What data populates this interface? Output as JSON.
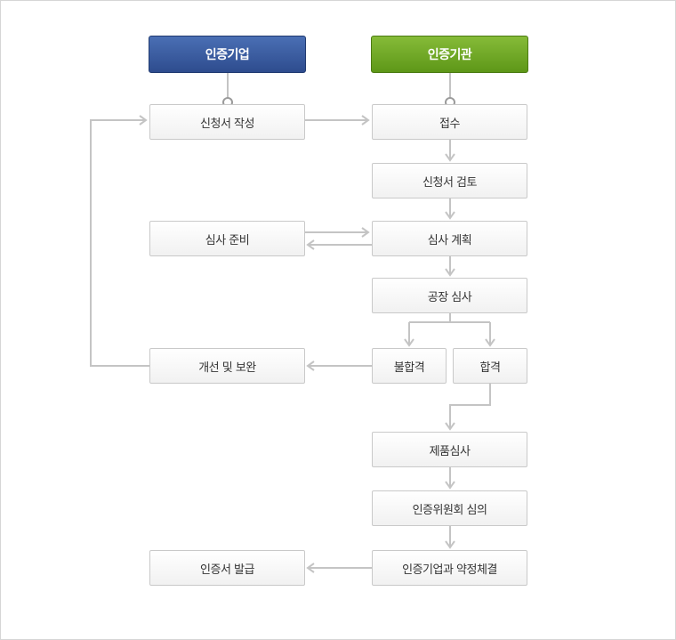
{
  "headers": {
    "company": "인증기업",
    "agency": "인증기관"
  },
  "colors": {
    "company_header": "#34539a",
    "agency_header": "#6ea523",
    "connector": "#c4c4c4",
    "box_border": "#c9c9c9",
    "text": "#333333"
  },
  "steps": {
    "application_write": "신청서 작성",
    "receipt": "접수",
    "application_review": "신청서 검토",
    "audit_prep": "심사 준비",
    "audit_plan": "심사 계획",
    "factory_audit": "공장 심사",
    "fail": "불합격",
    "pass": "합격",
    "improvement": "개선 및 보완",
    "product_audit": "제품심사",
    "committee_review": "인증위원회 심의",
    "agreement": "인증기업과 약정체결",
    "cert_issue": "인증서 발급"
  }
}
